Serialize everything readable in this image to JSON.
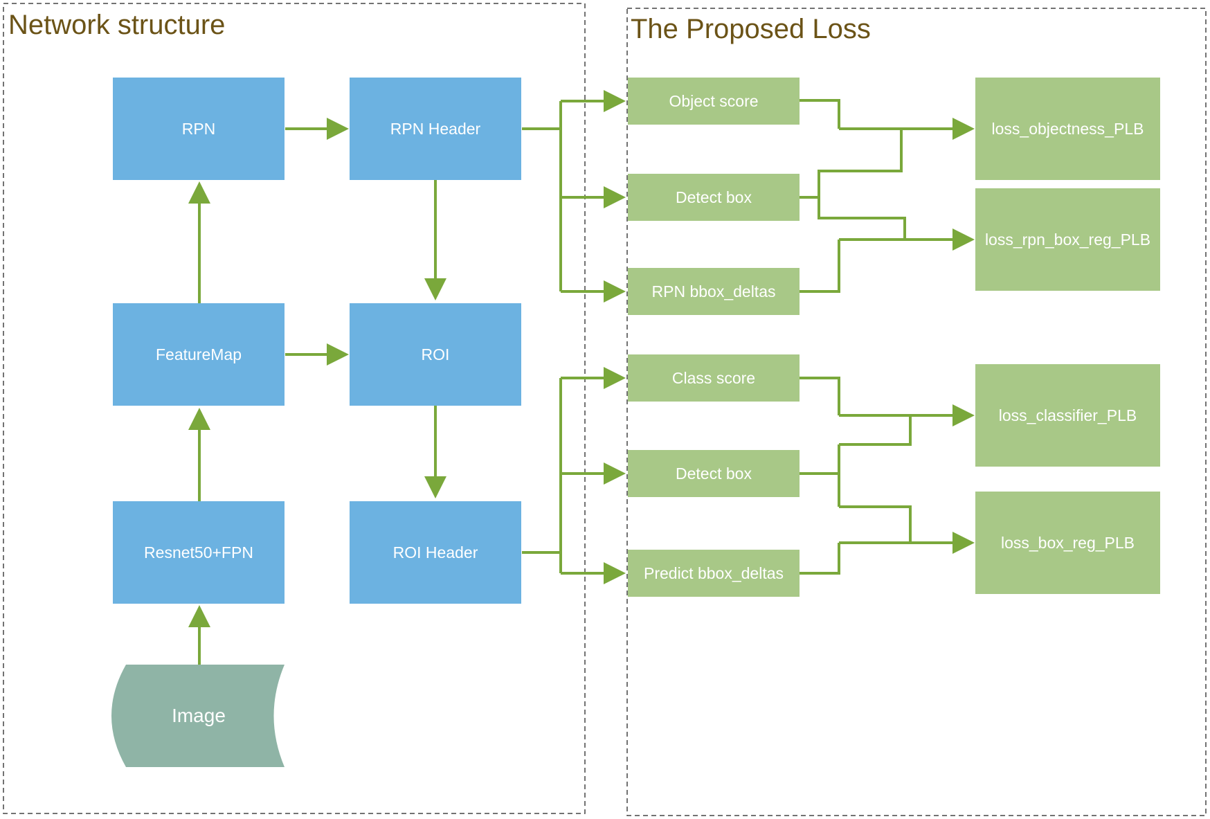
{
  "panels": {
    "network_title": "Network structure",
    "loss_title": "The Proposed Loss"
  },
  "network": {
    "rpn": "RPN",
    "rpn_header": "RPN Header",
    "feature_map": "FeatureMap",
    "roi": "ROI",
    "resnet": "Resnet50+FPN",
    "roi_header": "ROI Header",
    "image": "Image"
  },
  "outputs": {
    "object_score": "Object score",
    "detect_box_1": "Detect box",
    "rpn_bbox_deltas": "RPN bbox_deltas",
    "class_score": "Class score",
    "detect_box_2": "Detect box",
    "predict_bbox_deltas": "Predict bbox_deltas"
  },
  "losses": {
    "objectness": "loss_objectness_PLB",
    "rpn_box_reg": "loss_rpn_box_reg_PLB",
    "classifier": "loss_classifier_PLB",
    "box_reg": "loss_box_reg_PLB"
  },
  "colors": {
    "network_block": "#6cb2e1",
    "loss_block": "#a8c887",
    "image_block": "#8fb4a6",
    "arrow": "#7aa83b",
    "title_text": "#6b5317",
    "dashed_border": "#444444"
  }
}
